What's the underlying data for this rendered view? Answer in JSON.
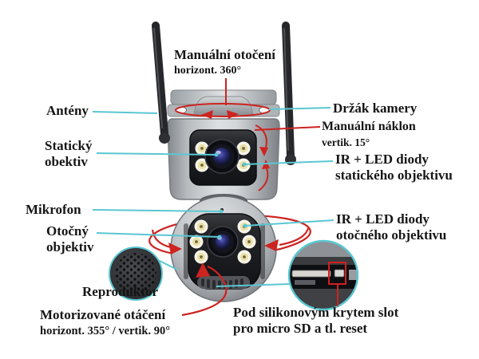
{
  "colors": {
    "callout_teal": "#5ac7d2",
    "arrow_red": "#cc2420",
    "text": "#151515",
    "body_silver": "#c6c9cc",
    "panel_black": "#1a1b1e",
    "background": "#ffffff"
  },
  "labels": {
    "manual_rotation": {
      "title": "Manuální otočení",
      "detail": "horizont. 360°"
    },
    "antennas": {
      "title": "Antény"
    },
    "camera_holder": {
      "title": "Držák kamery"
    },
    "manual_tilt": {
      "title": "Manuální náklon",
      "detail": "vertik. 15°"
    },
    "static_lens": {
      "line1": "Statický",
      "line2": "obektiv"
    },
    "ir_led_static": {
      "line1": "IR + LED diody",
      "line2": "statického objektivu"
    },
    "microphone": {
      "title": "Mikrofon"
    },
    "rotating_lens": {
      "line1": "Otočný",
      "line2": "objektiv"
    },
    "ir_led_rotating": {
      "line1": "IR + LED diody",
      "line2": "otočného objektivu"
    },
    "speaker": {
      "title": "Reproduktor"
    },
    "motorized_rotation": {
      "title": "Motorizované otáčení",
      "detail": "horizont. 355° / vertik. 90°"
    },
    "sd_slot": {
      "line1": "Pod silikonovým krytem slot",
      "line2": "pro micro SD a tl. reset"
    }
  }
}
